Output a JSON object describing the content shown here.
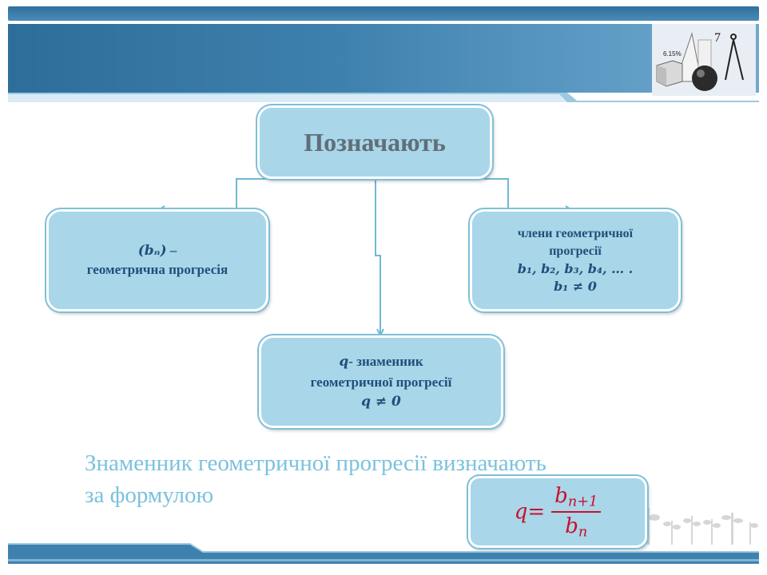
{
  "diagram": {
    "title": "Позначають",
    "left_box": {
      "line1_symbol": "(bₙ)",
      "line1_dash": " –",
      "line2": "геометрична прогресія"
    },
    "right_box": {
      "line1": "члени геометричної",
      "line2": "прогресії",
      "terms": "b₁, b₂, b₃, b₄, … .",
      "condition": "b₁  ≠ 0"
    },
    "bottom_box": {
      "line1_symbol": "q",
      "line1_text": "- знаменник",
      "line2": "геометричної прогресії",
      "condition": "q ≠ 0"
    }
  },
  "caption": {
    "line1": "Знаменник геометричної прогресії визначають",
    "line2": "за формулою"
  },
  "formula": {
    "lhs": "q",
    "equals": " =",
    "numerator_base": "b",
    "numerator_sub": "n+1",
    "denominator_base": "b",
    "denominator_sub": "n"
  },
  "header_image": {
    "label": "6.15%",
    "number": "7"
  },
  "colors": {
    "header_dark": "#2d6d99",
    "header_light": "#6fa8cc",
    "box_fill": "#a9d6e8",
    "box_text": "#1f4f7a",
    "caption": "#7cc1dd",
    "formula": "#c8102e",
    "connector": "#6fb8d3"
  }
}
